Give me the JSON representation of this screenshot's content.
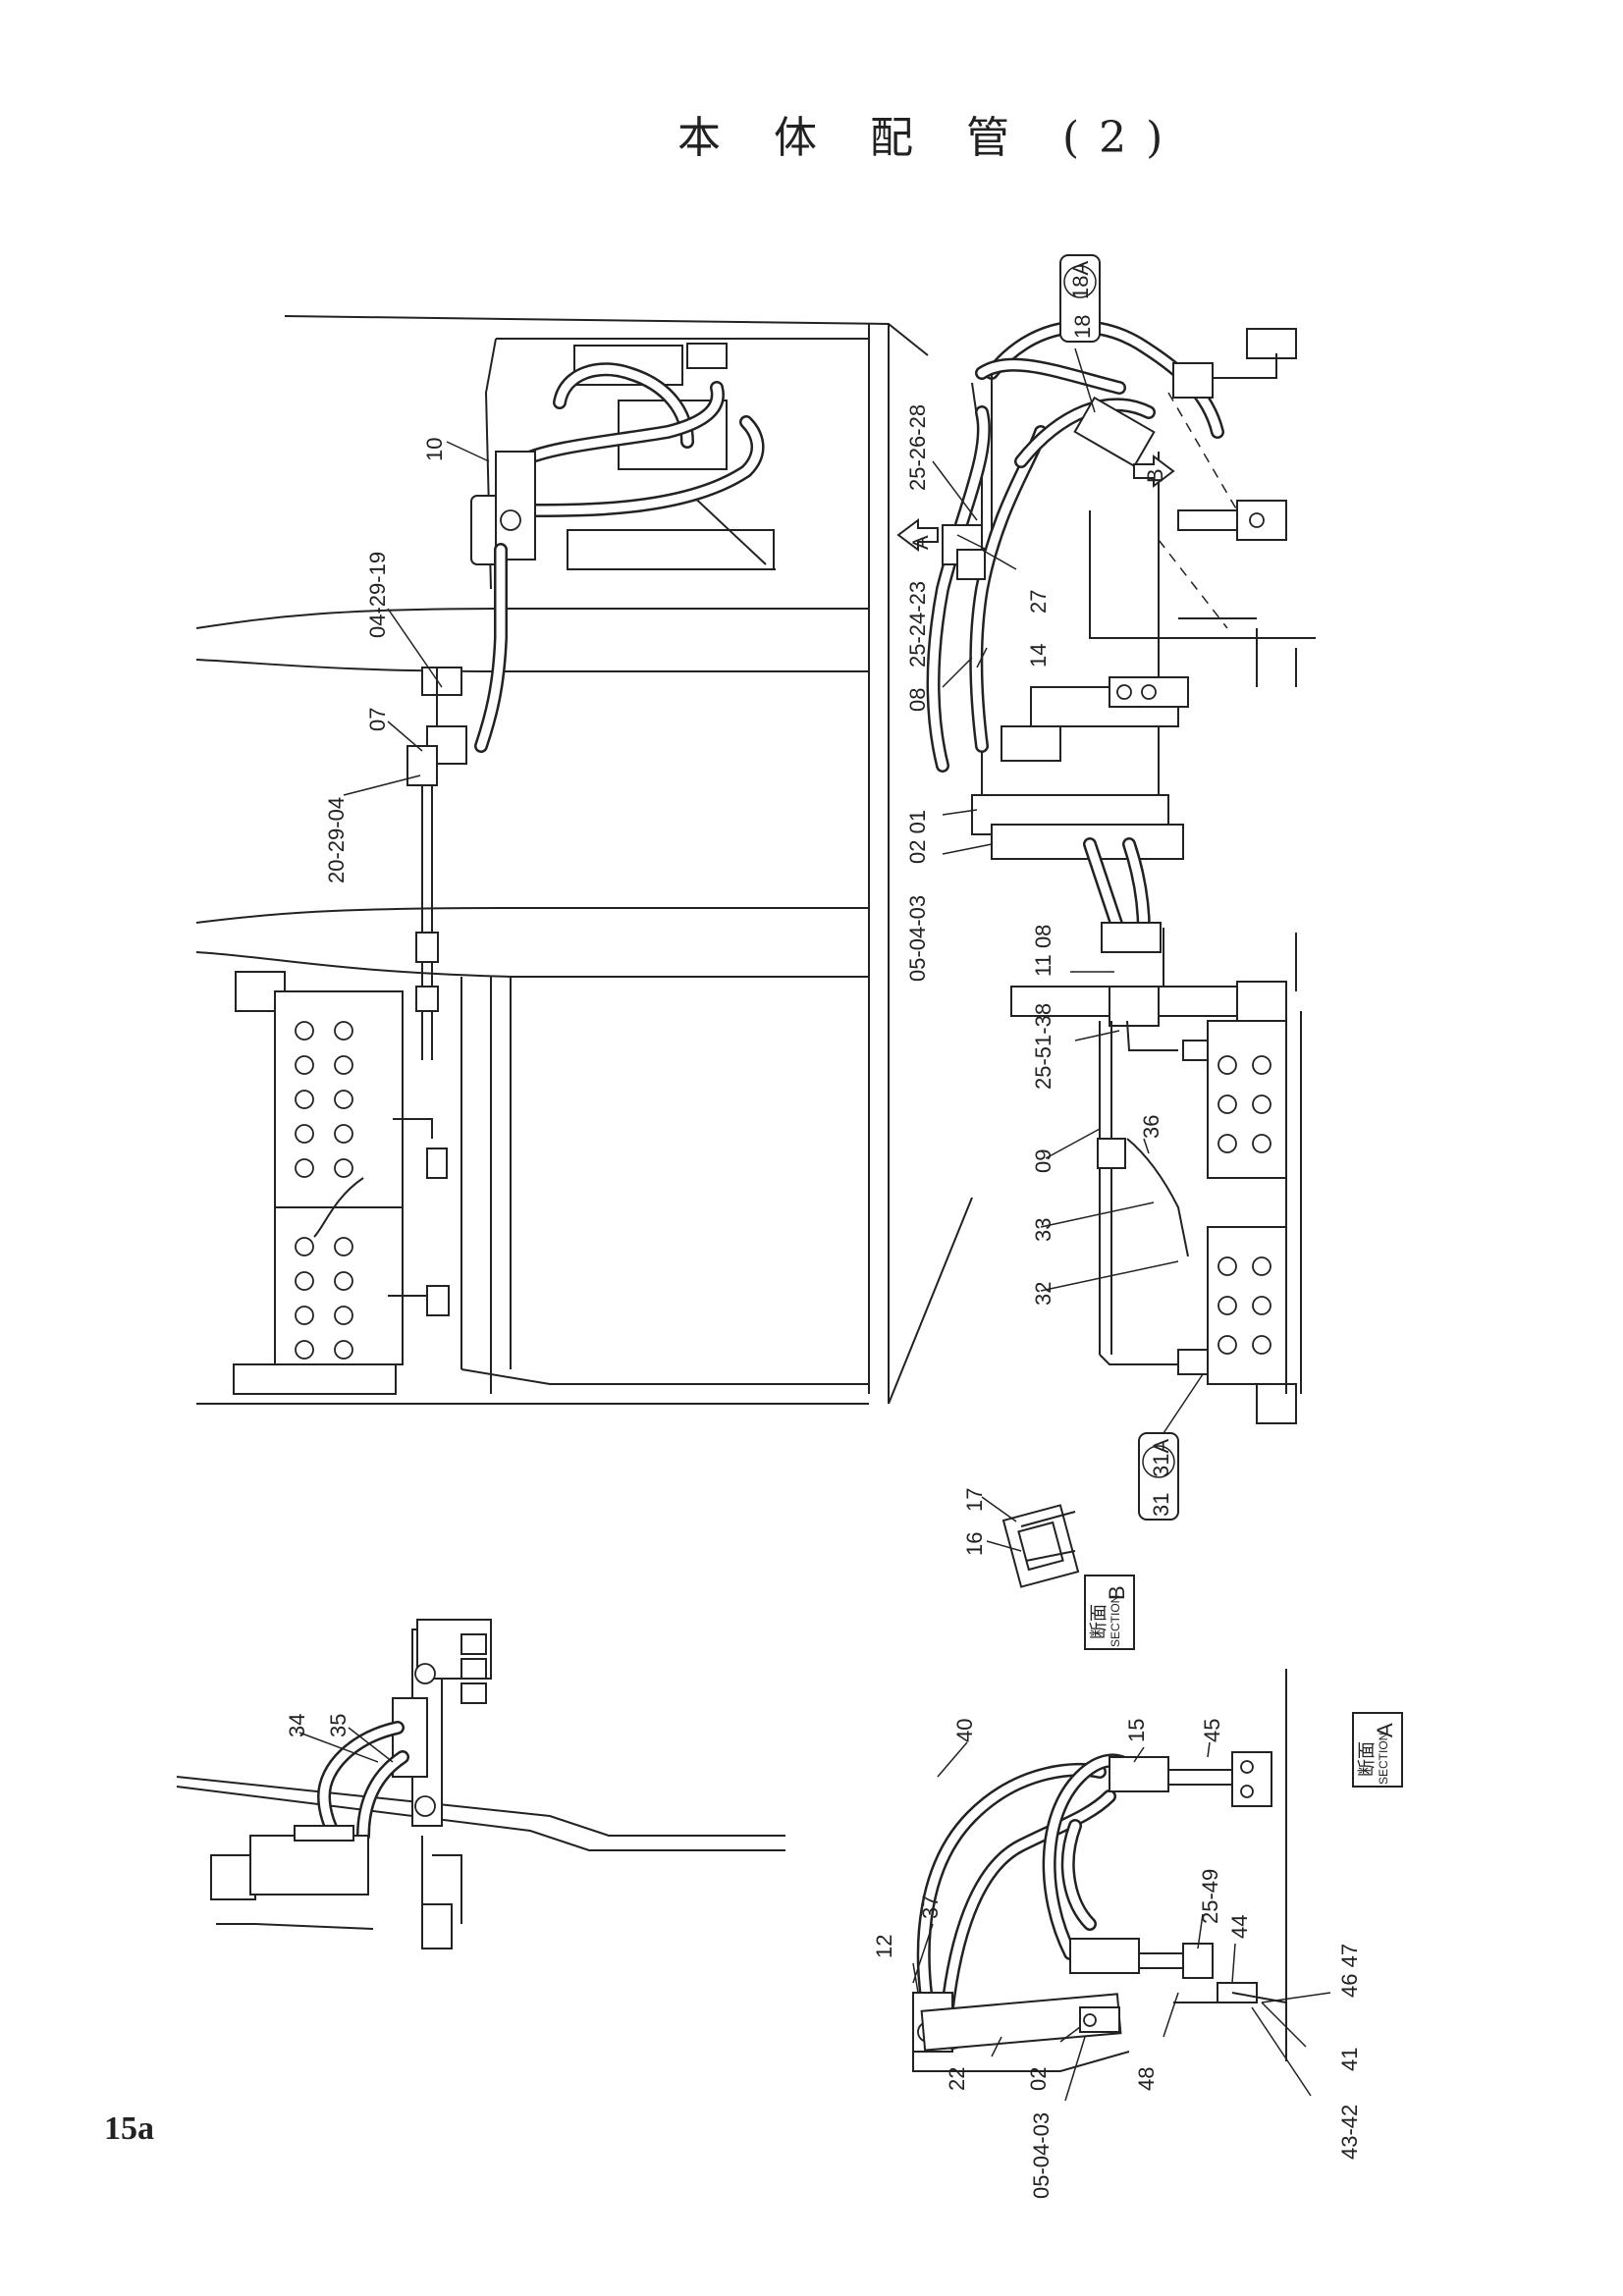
{
  "title": "本 体 配 管 (2)",
  "page_number": "15a",
  "callouts": {
    "c10": "10",
    "c04_29_19": "04-29-19",
    "c07": "07",
    "c20_29_04": "20-29-04",
    "c18": "18",
    "c18a": "18A",
    "c25_26_28": "25-26-28",
    "cA": "A",
    "cB": "B",
    "c25_24_23": "25-24-23",
    "c27": "27",
    "c08_a": "08",
    "c14": "14",
    "c02_01": "02 01",
    "c05_04_03_a": "05-04-03",
    "c11_08": "11 08",
    "c25_51_38": "25-51-38",
    "c09": "09",
    "c36": "36",
    "c33": "33",
    "c32": "32",
    "c31": "31",
    "c31a": "31A",
    "c17": "17",
    "c16": "16",
    "c34": "34",
    "c35": "35",
    "c40": "40",
    "c15": "15",
    "c45": "45",
    "c37": "37",
    "c12": "12",
    "c25_49": "25-49",
    "c44": "44",
    "c46_47": "46 47",
    "c41": "41",
    "c43_42": "43-42",
    "c48": "48",
    "c22": "22",
    "c02_b": "02",
    "c05_04_03_b": "05-04-03"
  },
  "section_b": {
    "kanji": "断面",
    "label": "SECTION",
    "letter": "B"
  },
  "section_a": {
    "kanji": "断面",
    "label": "SECTION",
    "letter": "A"
  }
}
